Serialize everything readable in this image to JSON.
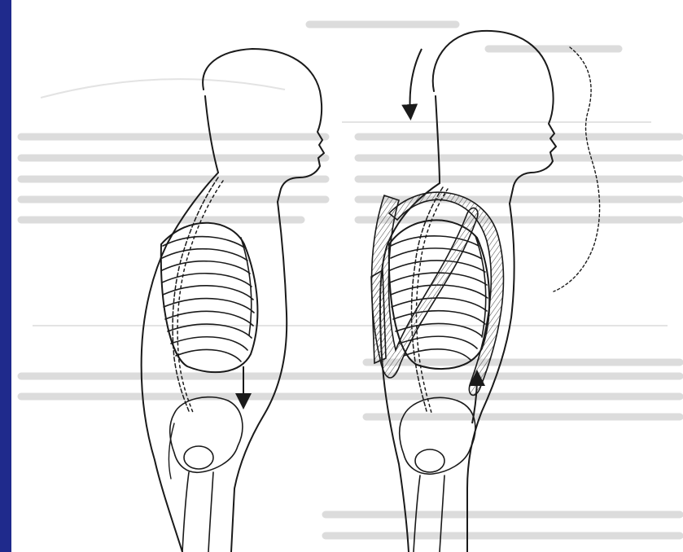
{
  "slide": {
    "frame_color": "#1f2a8c",
    "paper_color": "#ffffff",
    "ink_color": "#1a1a1a",
    "ghost_text_color": "#d6d6d6"
  },
  "figure": {
    "panels": [
      {
        "id": "left",
        "arrows": [
          "down"
        ]
      },
      {
        "id": "right",
        "arrows": [
          "down",
          "up"
        ]
      }
    ]
  }
}
